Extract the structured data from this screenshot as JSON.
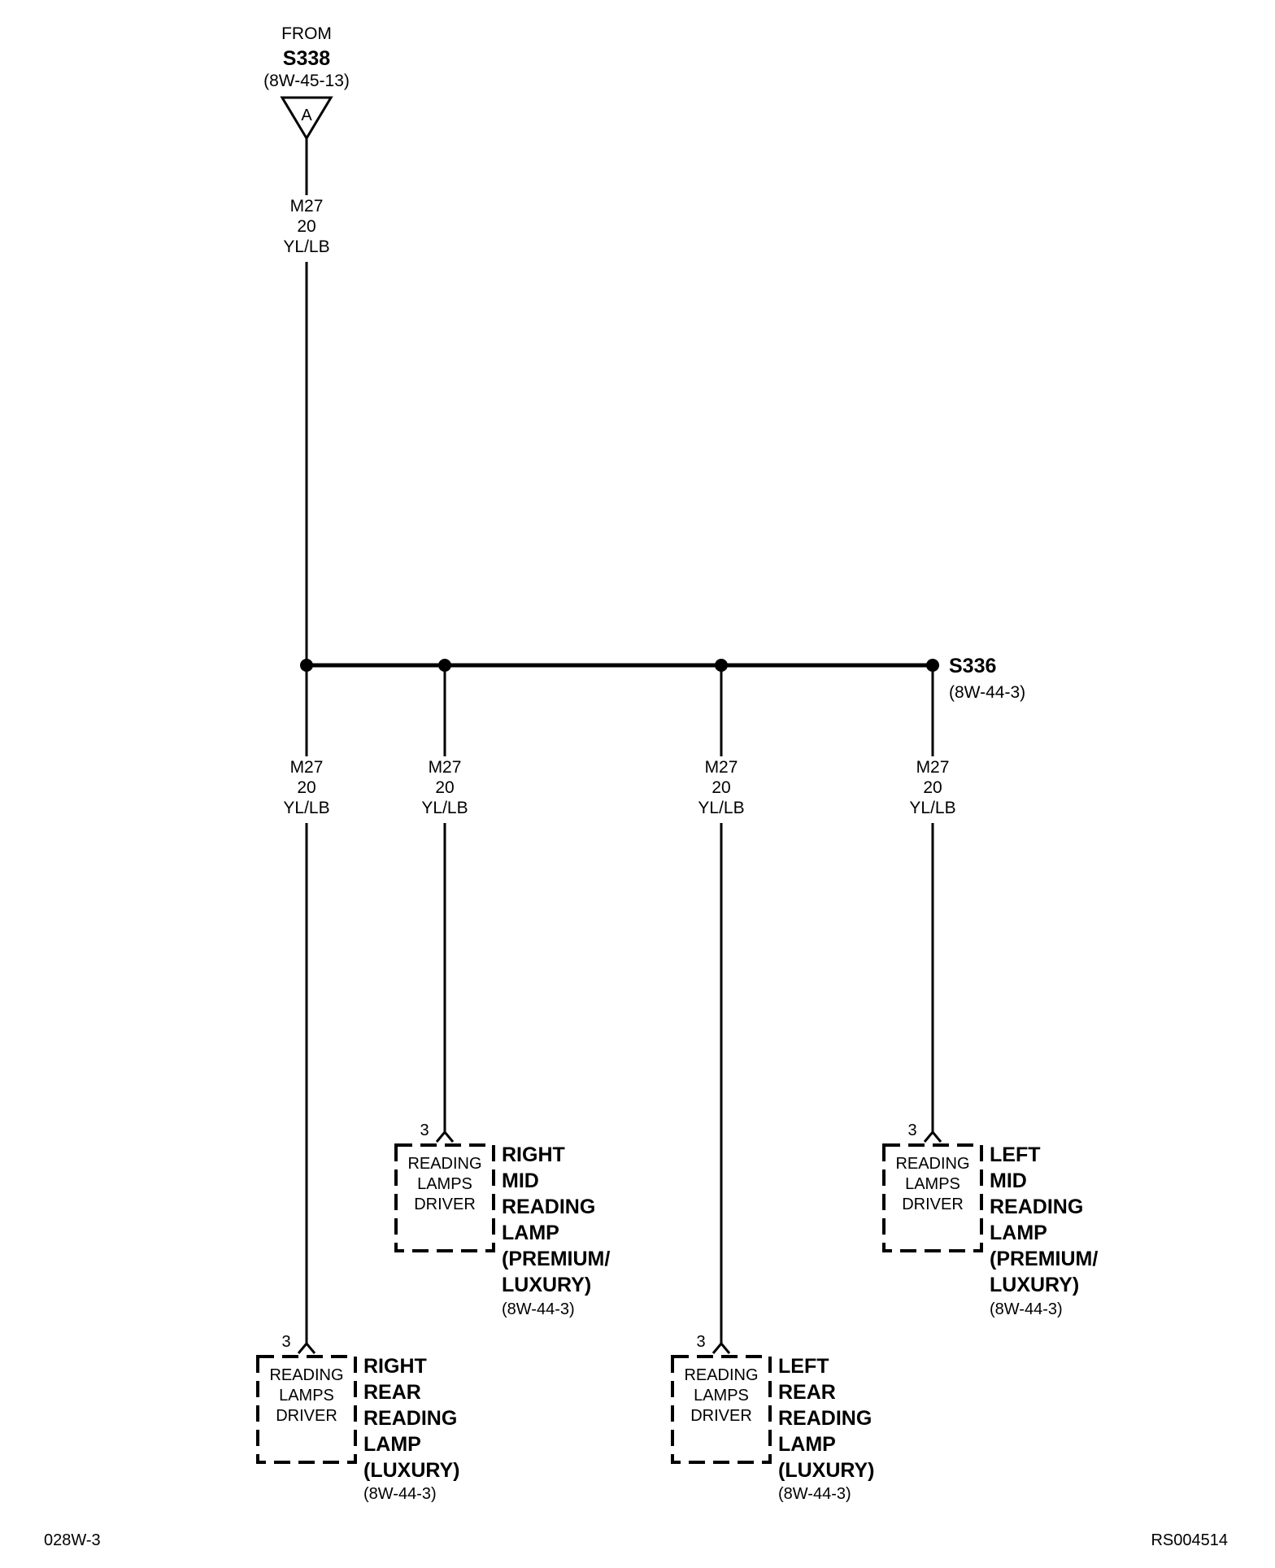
{
  "source": {
    "from_label": "FROM",
    "splice": "S338",
    "ref": "(8W-45-13)",
    "connector_letter": "A"
  },
  "top_wire": {
    "circuit": "M27",
    "gauge": "20",
    "color": "YL/LB"
  },
  "bus_splice": {
    "id": "S336",
    "ref": "(8W-44-3)"
  },
  "branches": [
    {
      "circuit": "M27",
      "gauge": "20",
      "color": "YL/LB"
    },
    {
      "circuit": "M27",
      "gauge": "20",
      "color": "YL/LB"
    },
    {
      "circuit": "M27",
      "gauge": "20",
      "color": "YL/LB"
    },
    {
      "circuit": "M27",
      "gauge": "20",
      "color": "YL/LB"
    }
  ],
  "components": [
    {
      "pin": "3",
      "internal": [
        "READING",
        "LAMPS",
        "DRIVER"
      ],
      "name": [
        "RIGHT",
        "REAR",
        "READING",
        "LAMP",
        "(LUXURY)"
      ],
      "ref": "(8W-44-3)"
    },
    {
      "pin": "3",
      "internal": [
        "READING",
        "LAMPS",
        "DRIVER"
      ],
      "name": [
        "RIGHT",
        "MID",
        "READING",
        "LAMP",
        "(PREMIUM/",
        "LUXURY)"
      ],
      "ref": "(8W-44-3)"
    },
    {
      "pin": "3",
      "internal": [
        "READING",
        "LAMPS",
        "DRIVER"
      ],
      "name": [
        "LEFT",
        "REAR",
        "READING",
        "LAMP",
        "(LUXURY)"
      ],
      "ref": "(8W-44-3)"
    },
    {
      "pin": "3",
      "internal": [
        "READING",
        "LAMPS",
        "DRIVER"
      ],
      "name": [
        "LEFT",
        "MID",
        "READING",
        "LAMP",
        "(PREMIUM/",
        "LUXURY)"
      ],
      "ref": "(8W-44-3)"
    }
  ],
  "footer": {
    "left": "028W-3",
    "right": "RS004514"
  }
}
